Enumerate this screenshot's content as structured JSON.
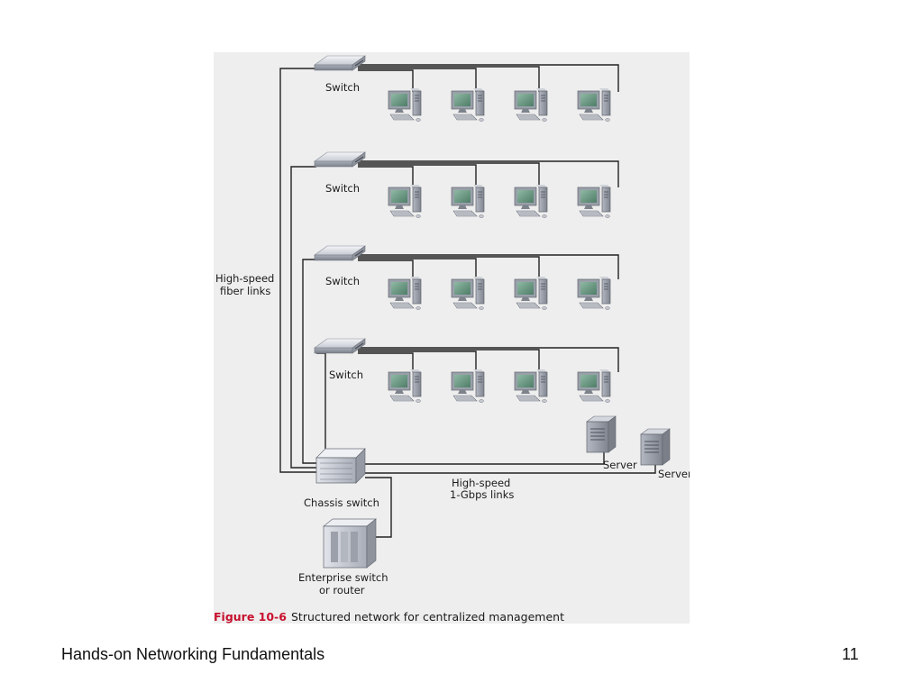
{
  "figure": {
    "labels": {
      "switch": "Switch",
      "fiber_line1": "High-speed",
      "fiber_line2": "fiber links",
      "gbps_line1": "High-speed",
      "gbps_line2": "1-Gbps links",
      "chassis": "Chassis switch",
      "enterprise_line1": "Enterprise switch",
      "enterprise_line2": "or router",
      "server": "Server"
    },
    "caption": {
      "number": "Figure 10-6",
      "text": "Structured network for centralized management"
    }
  },
  "footer": {
    "title": "Hands-on Networking Fundamentals",
    "page_number": "11"
  }
}
